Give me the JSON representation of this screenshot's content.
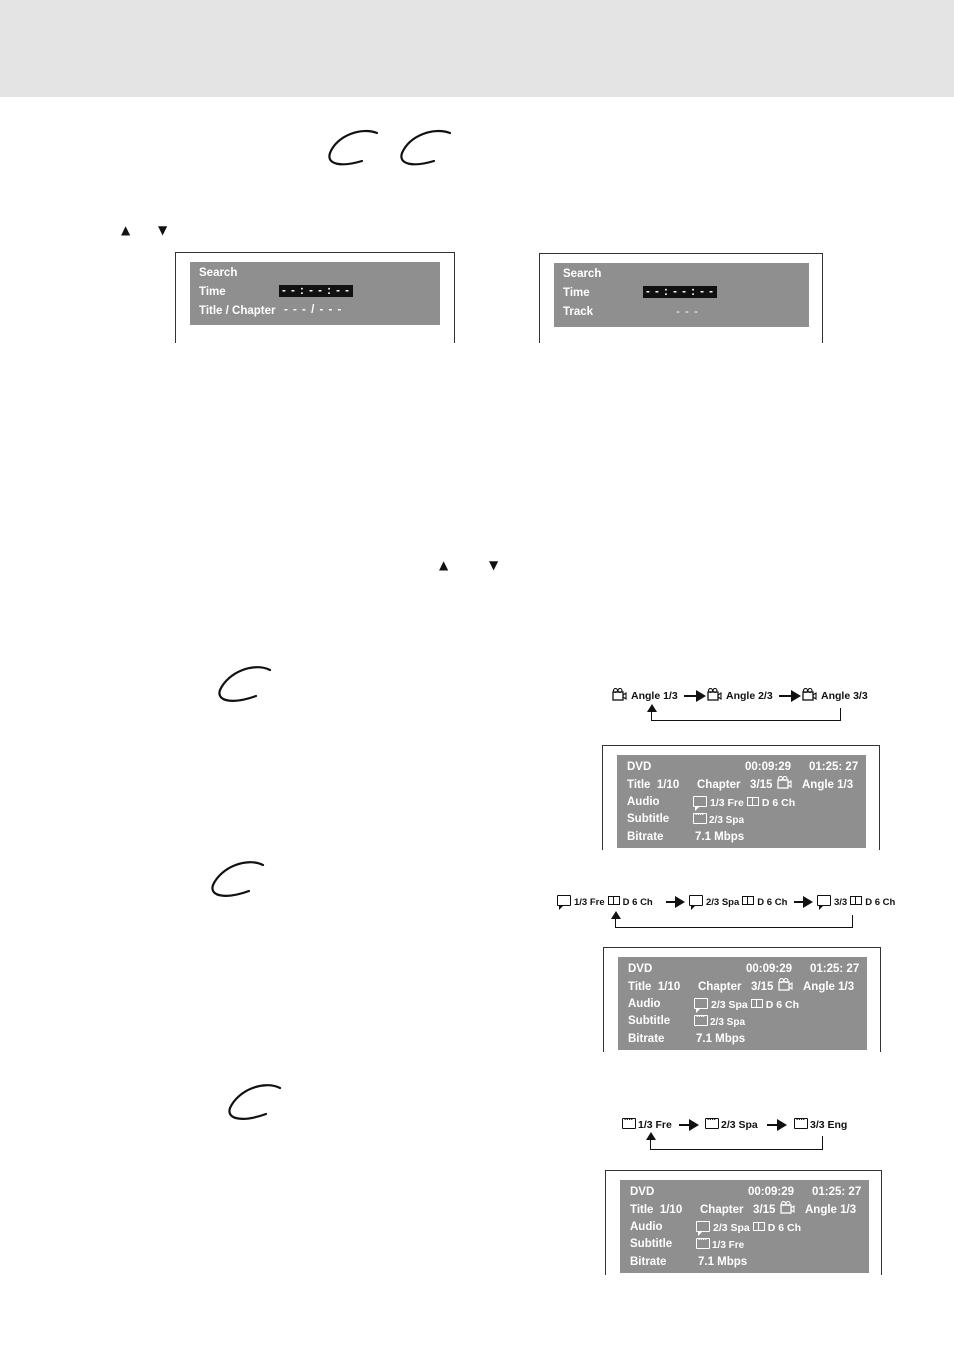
{
  "triangles": {
    "up": "▲",
    "down": "▼"
  },
  "search_panels": [
    {
      "title": "Search",
      "rows": [
        {
          "label": "Time",
          "value": "- - : - - : - -"
        },
        {
          "label": "Title / Chapter",
          "value": "- - - / - - -"
        }
      ]
    },
    {
      "title": "Search",
      "rows": [
        {
          "label": "Time",
          "value": "- - : - - : - -"
        },
        {
          "label": "Track",
          "value": "- - -"
        }
      ]
    }
  ],
  "angle_cycle": [
    "Angle 1/3",
    "Angle 2/3",
    "Angle 3/3"
  ],
  "audio_cycle": [
    {
      "lang": "1/3 Fre",
      "ch": "D 6 Ch"
    },
    {
      "lang": "2/3 Spa",
      "ch": "D 6 Ch"
    },
    {
      "lang": "3/3",
      "ch": "D 6 Ch"
    }
  ],
  "subtitle_cycle": [
    "1/3 Fre",
    "2/3 Spa",
    "3/3 Eng"
  ],
  "osd_panels": [
    {
      "format": "DVD",
      "elapsed": "00:09:29",
      "total": "01:25: 27",
      "title_label": "Title",
      "title_value": "1/10",
      "chapter_label": "Chapter",
      "chapter_value": "3/15",
      "angle": "Angle 1/3",
      "audio_label": "Audio",
      "audio_lang": "1/3 Fre",
      "audio_ch": "D 6 Ch",
      "subtitle_label": "Subtitle",
      "subtitle_value": "2/3 Spa",
      "bitrate_label": "Bitrate",
      "bitrate_value": "7.1 Mbps"
    },
    {
      "format": "DVD",
      "elapsed": "00:09:29",
      "total": "01:25: 27",
      "title_label": "Title",
      "title_value": "1/10",
      "chapter_label": "Chapter",
      "chapter_value": "3/15",
      "angle": "Angle 1/3",
      "audio_label": "Audio",
      "audio_lang": "2/3 Spa",
      "audio_ch": "D 6 Ch",
      "subtitle_label": "Subtitle",
      "subtitle_value": "2/3 Spa",
      "bitrate_label": "Bitrate",
      "bitrate_value": "7.1 Mbps"
    },
    {
      "format": "DVD",
      "elapsed": "00:09:29",
      "total": "01:25: 27",
      "title_label": "Title",
      "title_value": "1/10",
      "chapter_label": "Chapter",
      "chapter_value": "3/15",
      "angle": "Angle 1/3",
      "audio_label": "Audio",
      "audio_lang": "2/3 Spa",
      "audio_ch": "D 6 Ch",
      "subtitle_label": "Subtitle",
      "subtitle_value": "1/3 Fre",
      "bitrate_label": "Bitrate",
      "bitrate_value": "7.1 Mbps"
    }
  ]
}
